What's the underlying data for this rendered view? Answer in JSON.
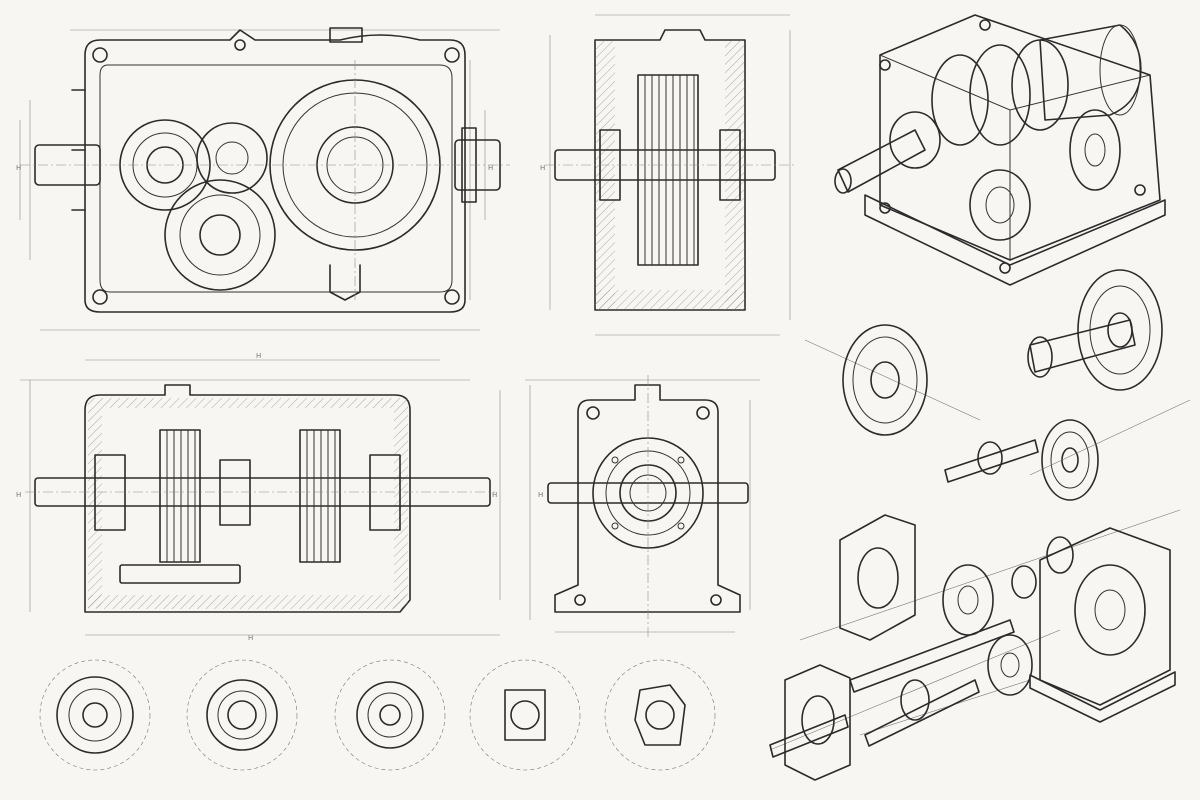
{
  "sheet": {
    "dimension_marks": [
      "H",
      "H",
      "H",
      "H",
      "H",
      "H",
      "H",
      "H"
    ]
  },
  "colors": {
    "paper": "#f7f6f2",
    "ink": "#2b2b2b",
    "construction": "#8a8a8a"
  },
  "views": [
    {
      "id": "front-view"
    },
    {
      "id": "side-section-view"
    },
    {
      "id": "isometric-view"
    },
    {
      "id": "gear-subassemblies"
    },
    {
      "id": "top-section-view"
    },
    {
      "id": "end-view"
    },
    {
      "id": "exploded-view"
    },
    {
      "id": "detail-views",
      "count": 5
    }
  ]
}
